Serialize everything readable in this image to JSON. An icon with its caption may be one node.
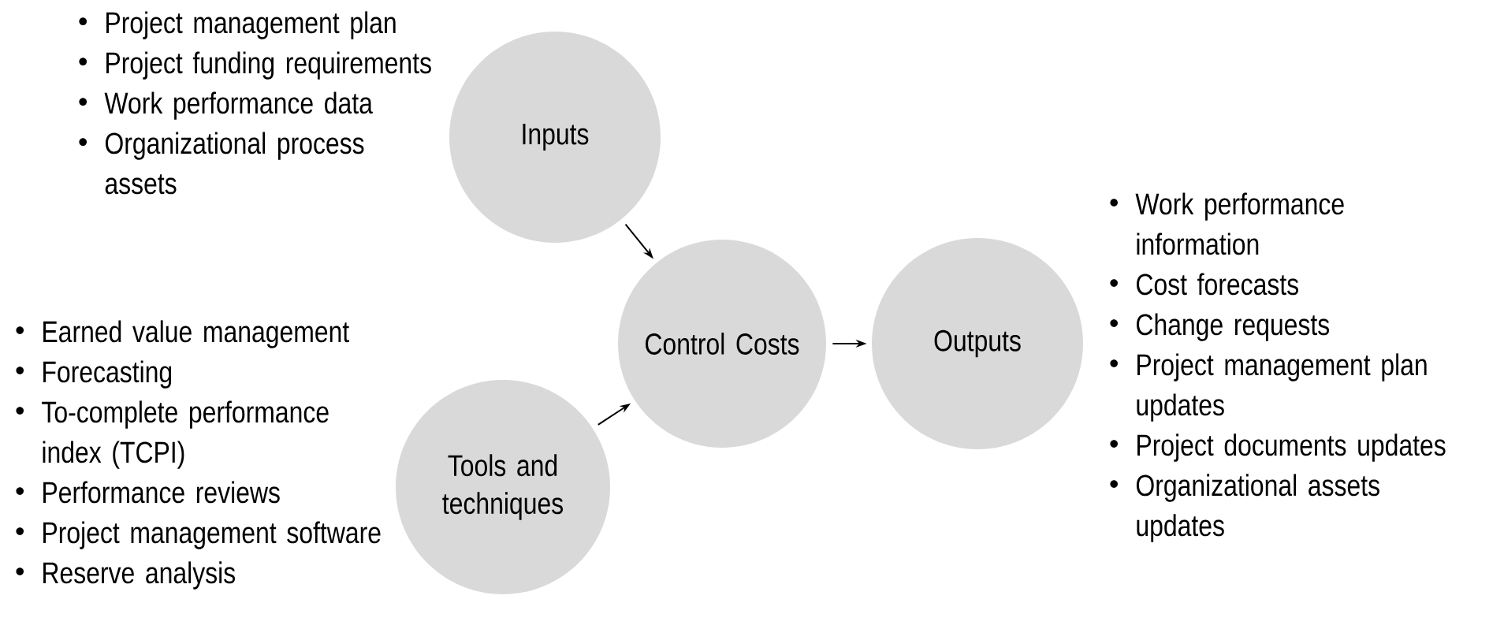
{
  "diagram": {
    "nodes": [
      {
        "text": [
          "Inputs"
        ],
        "beside": [
          "Project management plan",
          "Project funding requirements",
          "Work performance data",
          "Organizational process assets"
        ]
      },
      {
        "text": [
          "Tools and techniques"
        ],
        "beside": [
          "Earned value management",
          "Forecasting",
          "To-complete performance index (TCPI)",
          "Performance reviews",
          "Project management software",
          "Reserve analysis"
        ]
      },
      {
        "text": [
          "Control Costs"
        ]
      },
      {
        "text": [
          "Outputs"
        ],
        "beside": [
          "Work performance information",
          "Cost forecasts",
          "Change requests",
          "Project management plan updates",
          "Project documents updates",
          "Organizational assets updates"
        ]
      }
    ],
    "edges": [
      {
        "from": 0,
        "to": 2,
        "arrow": "to"
      },
      {
        "from": 1,
        "to": 2,
        "arrow": "to"
      },
      {
        "from": 2,
        "to": 3,
        "arrow": "to"
      }
    ]
  }
}
